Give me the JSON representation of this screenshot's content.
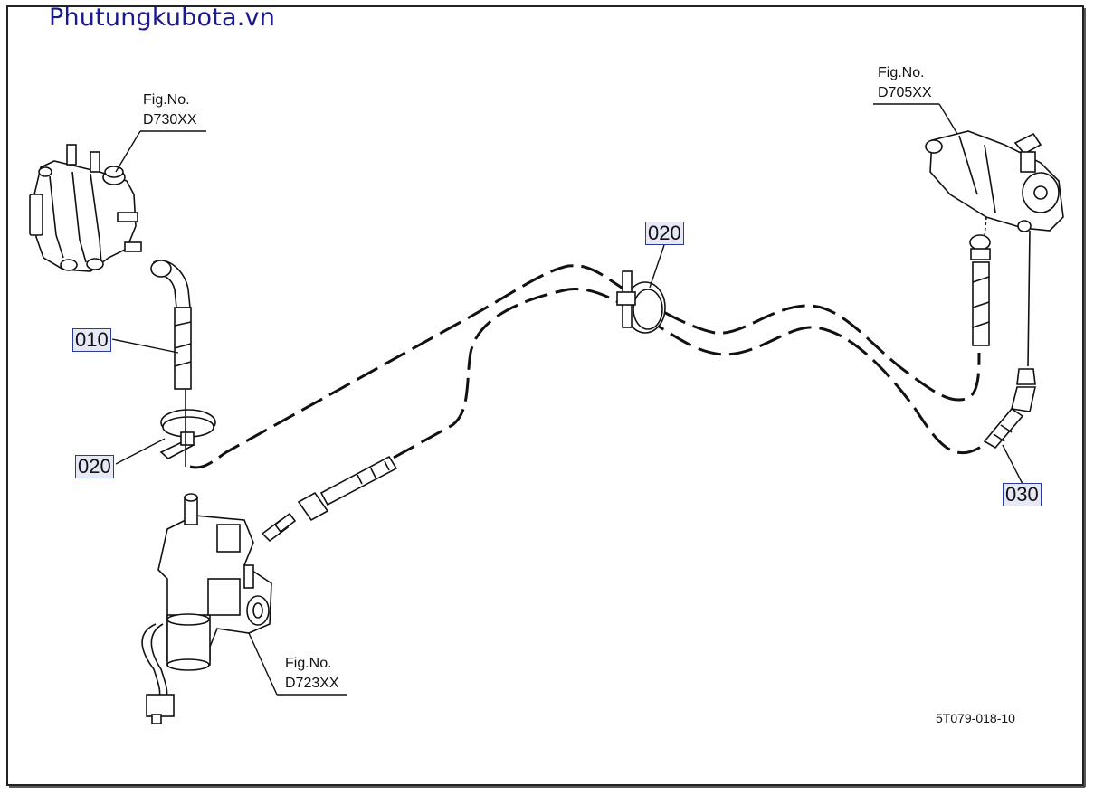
{
  "watermark": {
    "text": "Phutungkubota.vn",
    "color": "#1a1a8c"
  },
  "drawing_code": "5T079-018-10",
  "fig_refs": [
    {
      "id": "fig-d730",
      "line1": "Fig.No.",
      "line2": "D730XX"
    },
    {
      "id": "fig-d705",
      "line1": "Fig.No.",
      "line2": "D705XX"
    },
    {
      "id": "fig-d723",
      "line1": "Fig.No.",
      "line2": "D723XX"
    }
  ],
  "part_callouts": [
    {
      "id": "callout-010",
      "label": "010"
    },
    {
      "id": "callout-020-left",
      "label": "020"
    },
    {
      "id": "callout-020-mid",
      "label": "020"
    },
    {
      "id": "callout-030",
      "label": "030"
    }
  ],
  "colors": {
    "line": "#111111",
    "callout_border": "#2a3a9a",
    "callout_fill": "#e6e8f6"
  }
}
